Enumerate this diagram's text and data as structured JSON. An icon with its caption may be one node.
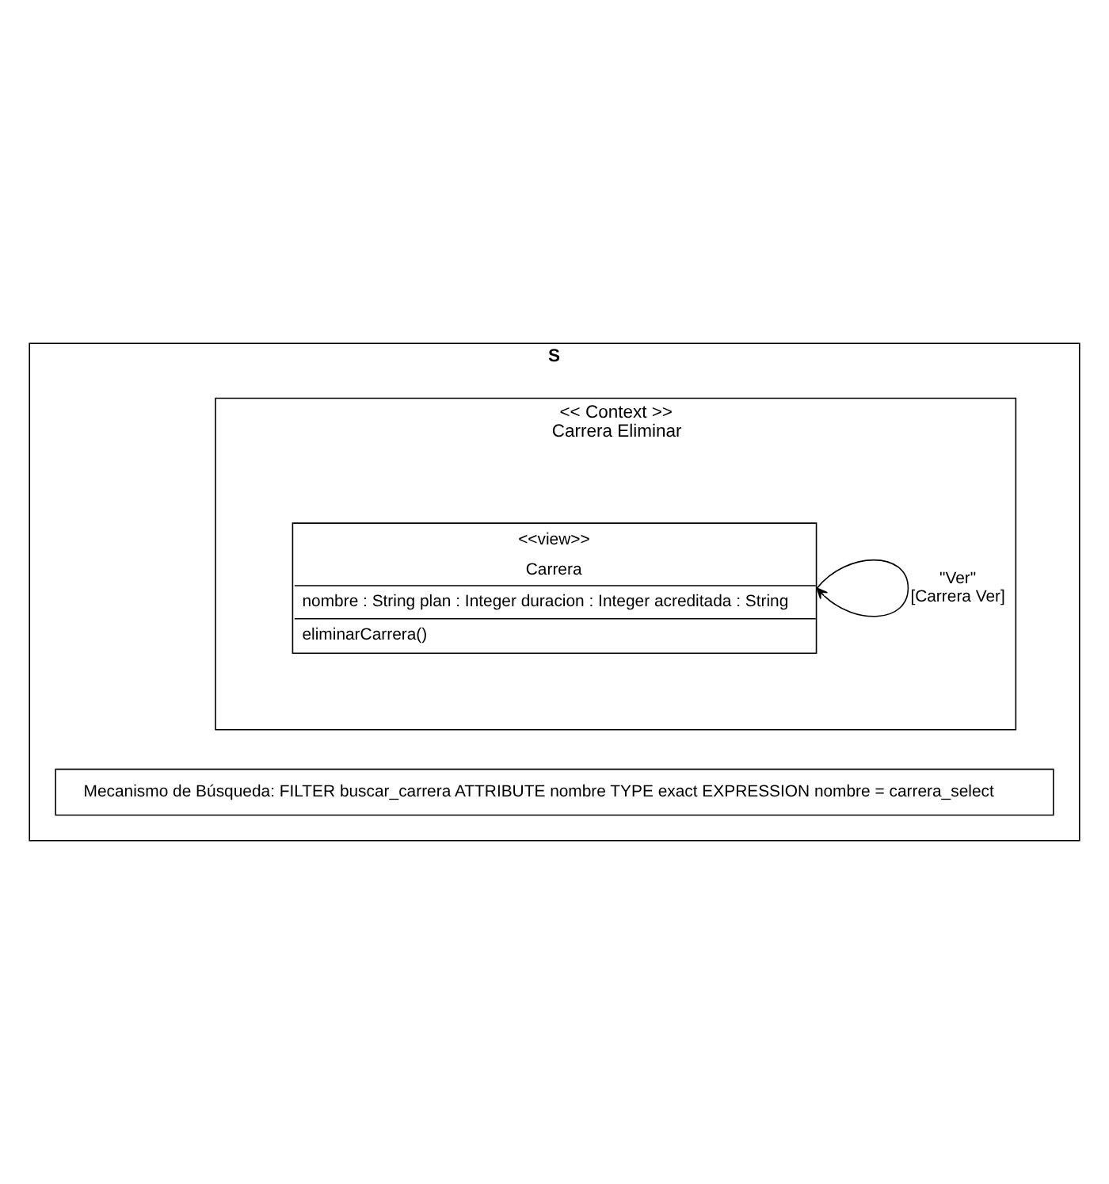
{
  "diagram": {
    "nodes": [
      {
        "text": [
          "S"
        ]
      },
      {
        "text": [
          "<< Context >>",
          "Carrera Eliminar"
        ],
        "in": 0
      },
      {
        "text": [
          "<<view>>",
          "Carrera",
          "nombre : String plan : Integer duracion : Integer acreditada : String",
          "eliminarCarrera()"
        ],
        "in": 1
      },
      {
        "text": [
          "Mecanismo de Búsqueda: FILTER buscar_carrera ATTRIBUTE nombre TYPE exact EXPRESSION nombre = carrera_select"
        ],
        "in": 0
      }
    ],
    "edges": [
      {
        "from": 2,
        "to": 2,
        "arrow": "to",
        "label": "\"Ver\" [Carrera Ver]"
      }
    ]
  }
}
